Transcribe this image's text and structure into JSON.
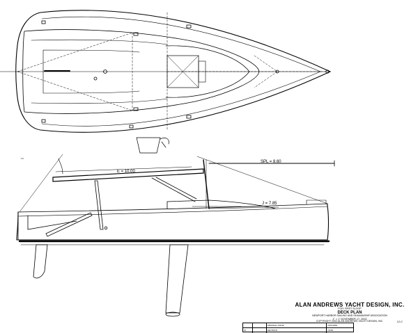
{
  "dimensions": {
    "e_label": "E = 10.00",
    "spl_label": "SPL = 8.60",
    "j_label": "J = 7.85"
  },
  "title_block": {
    "company": "ALAN ANDREWS YACHT DESIGN, INC.",
    "line_for": "FOR: FIRST SLOOP",
    "sheet_title": "DECK PLAN",
    "client": "NEWPORT HARBOR SAILING AND SEAMANSHIP ASSOCIATION",
    "scale_date": "1\" = 1'   NOVEMBER 17, 2002",
    "sheet_no": "12-C",
    "copyright": "COPYRIGHT 2002 ALAN ANDREWS YACHT DESIGN, INC."
  },
  "revisions": {
    "rows": [
      {
        "no": "",
        "date": "",
        "desc": "ORIGINAL ISSUE",
        "by": "DOK/JRW"
      },
      {
        "no": "10",
        "date": "",
        "desc": "REVISION",
        "by": "DATE"
      }
    ]
  },
  "colors": {
    "ink": "#000000",
    "paper": "#ffffff"
  }
}
